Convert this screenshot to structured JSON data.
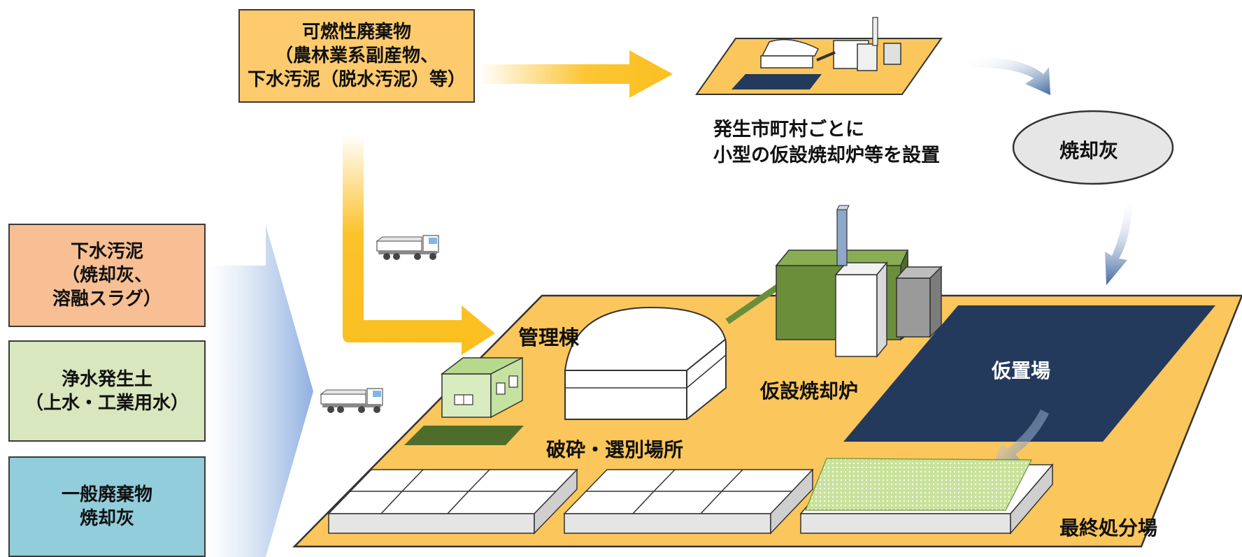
{
  "input_top": {
    "text": "可燃性廃棄物\n（農林業系副産物、\n下水汚泥（脱水汚泥）等）"
  },
  "left_boxes": [
    {
      "text": "下水汚泥\n（焼却灰、\n溶融スラグ）"
    },
    {
      "text": "浄水発生土\n（上水・工業用水）"
    },
    {
      "text": "一般廃棄物\n焼却灰"
    }
  ],
  "labels": {
    "small_incinerator": "発生市町村ごとに\n小型の仮設焼却炉等を設置",
    "ash": "焼却灰",
    "admin_building": "管理棟",
    "temp_incinerator": "仮設焼却炉",
    "temp_storage": "仮置場",
    "crushing_sorting": "破砕・選別場所",
    "final_disposal": "最終処分場"
  },
  "colors": {
    "combustible_box": "#fdcb6e",
    "sewage_box": "#f7bf93",
    "water_soil_box": "#d8e7bd",
    "general_waste_box": "#92cddc",
    "site_floor": "#fbc65b",
    "storage_area": "#243a5d",
    "incinerator_green": "#6b8e3b",
    "arrow_yellow": "#fbbf1f",
    "arrow_blue": "#3f68a0"
  }
}
